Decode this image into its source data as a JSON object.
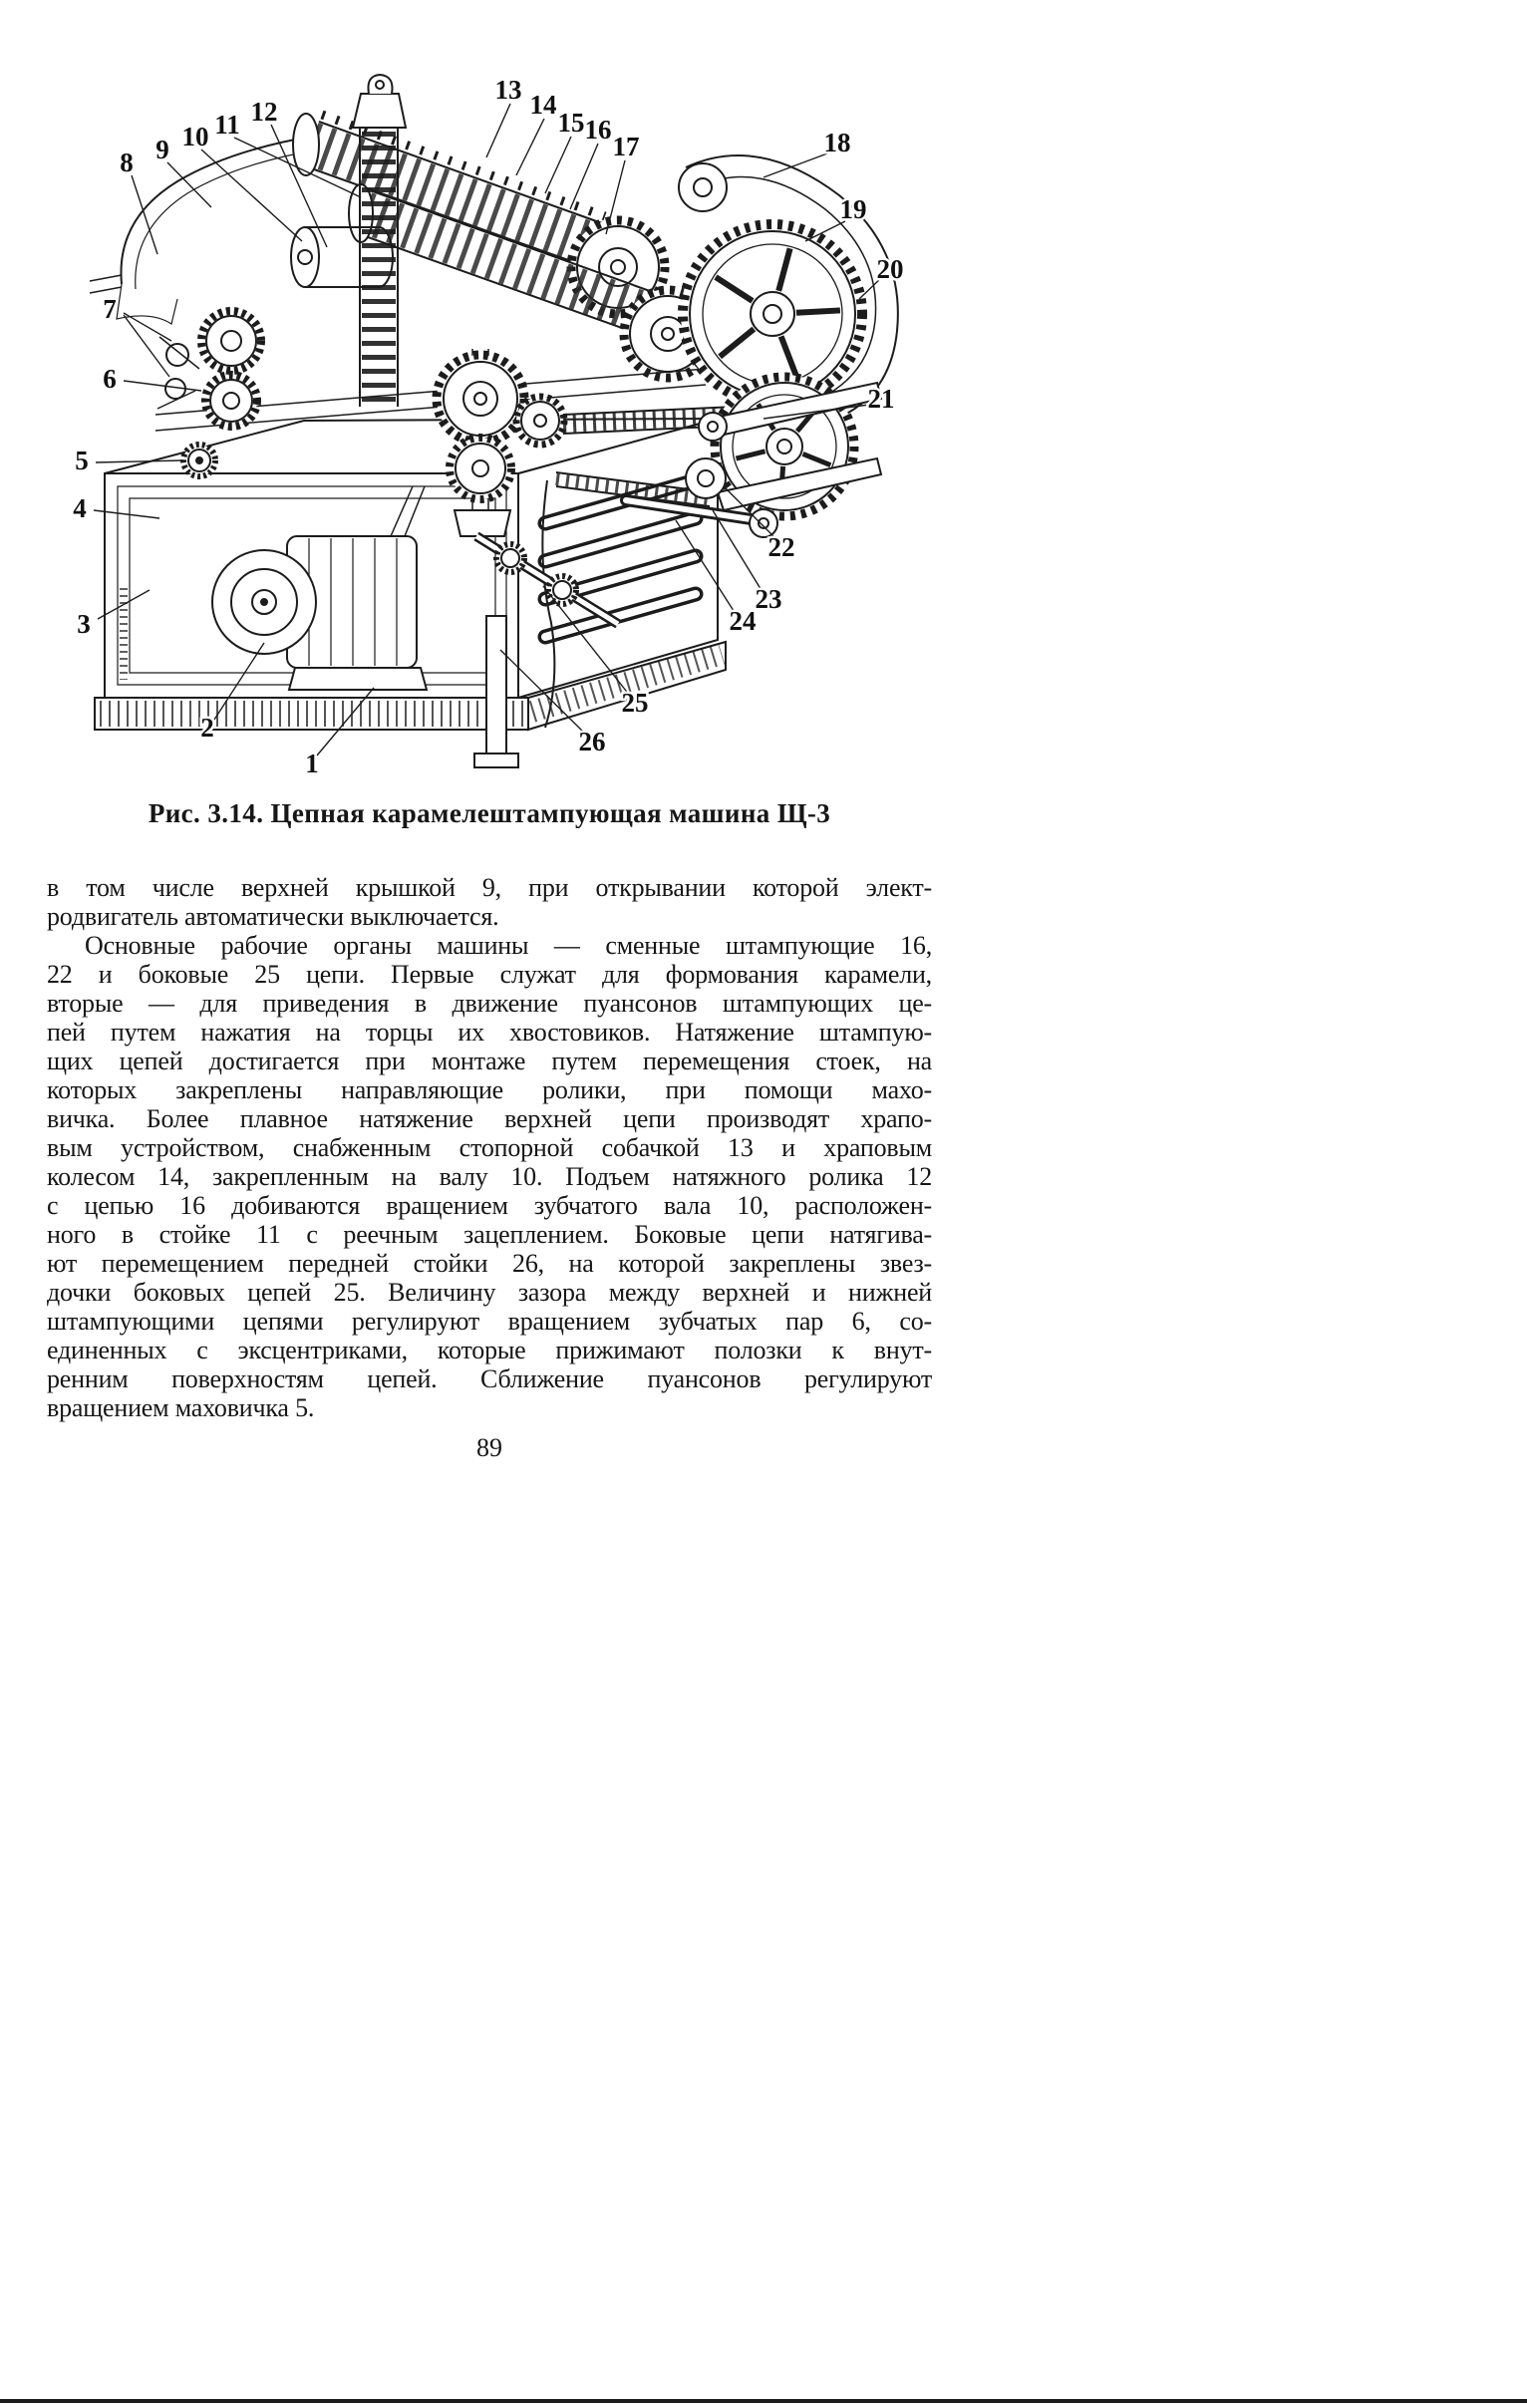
{
  "colors": {
    "paper": "#ffffff",
    "ink": "#1c1c1c"
  },
  "figure": {
    "caption": "Рис. 3.14. Цепная карамелештампующая машина Щ-3",
    "callouts": [
      "1",
      "2",
      "3",
      "4",
      "5",
      "6",
      "7",
      "8",
      "9",
      "10",
      "11",
      "12",
      "13",
      "14",
      "15",
      "16",
      "17",
      "18",
      "19",
      "20",
      "21",
      "22",
      "23",
      "24",
      "25",
      "26"
    ]
  },
  "body": {
    "lines": [
      "в том числе верхней крышкой 9, при открывании которой элект-",
      "родвигатель автоматически выключается.",
      "Основные рабочие органы машины — сменные штампующие 16,",
      "22 и боковые 25 цепи. Первые служат для формования карамели,",
      "вторые — для приведения в движение пуансонов штампующих це-",
      "пей путем нажатия на торцы их хвостовиков. Натяжение штампую-",
      "щих цепей достигается при монтаже путем перемещения стоек, на",
      "которых закреплены направляющие ролики, при помощи махо-",
      "вичка. Более плавное натяжение верхней цепи производят храпо-",
      "вым устройством, снабженным стопорной собачкой 13 и храповым",
      "колесом 14, закрепленным на валу 10. Подъем натяжного ролика 12",
      "с цепью 16 добиваются вращением зубчатого вала 10, расположен-",
      "ного в стойке 11 с реечным зацеплением. Боковые цепи натягива-",
      "ют перемещением передней стойки 26, на которой закреплены звез-",
      "дочки боковых цепей 25. Величину зазора между верхней и нижней",
      "штампующими цепями регулируют вращением зубчатых пар 6, со-",
      "единенных с эксцентриками, которые прижимают полозки к внут-",
      "ренним поверхностям цепей. Сближение пуансонов регулируют",
      "вращением маховичка 5."
    ]
  },
  "page_number": "89"
}
